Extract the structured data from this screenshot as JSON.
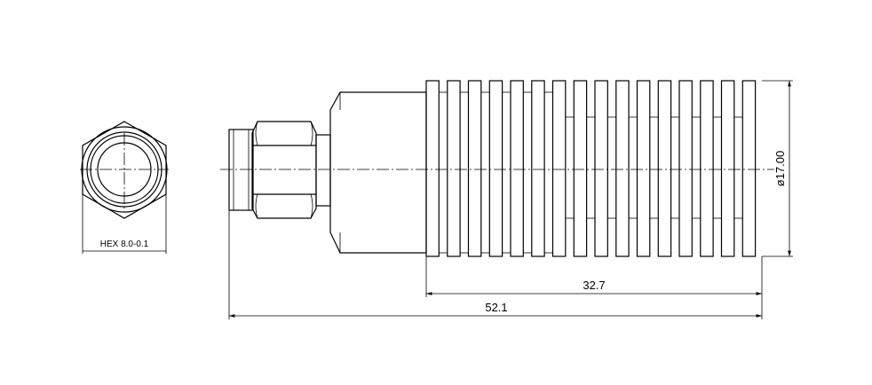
{
  "drawing": {
    "hex_label": "HEX 8.0-0.1",
    "dim_fin_length": "32.7",
    "dim_total_length": "52.1",
    "dim_diameter": "ø17.00",
    "fin_count": 16
  }
}
